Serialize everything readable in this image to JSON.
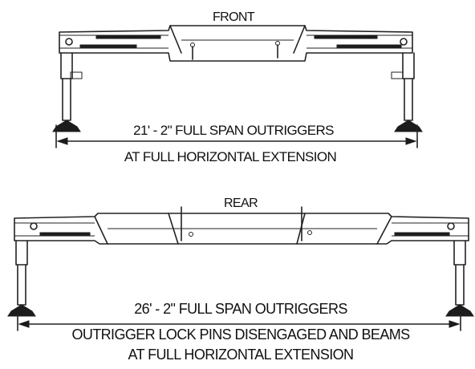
{
  "diagrams": {
    "front": {
      "title": "FRONT",
      "span_label": "21' - 2\" FULL SPAN OUTRIGGERS",
      "note": "AT FULL HORIZONTAL EXTENSION"
    },
    "rear": {
      "title": "REAR",
      "span_label": "26' - 2\" FULL SPAN OUTRIGGERS",
      "note_line1": "OUTRIGGER LOCK PINS DISENGAGED AND BEAMS",
      "note_line2": "AT FULL HORIZONTAL EXTENSION"
    }
  },
  "colors": {
    "line": "#222222",
    "background": "#ffffff"
  }
}
